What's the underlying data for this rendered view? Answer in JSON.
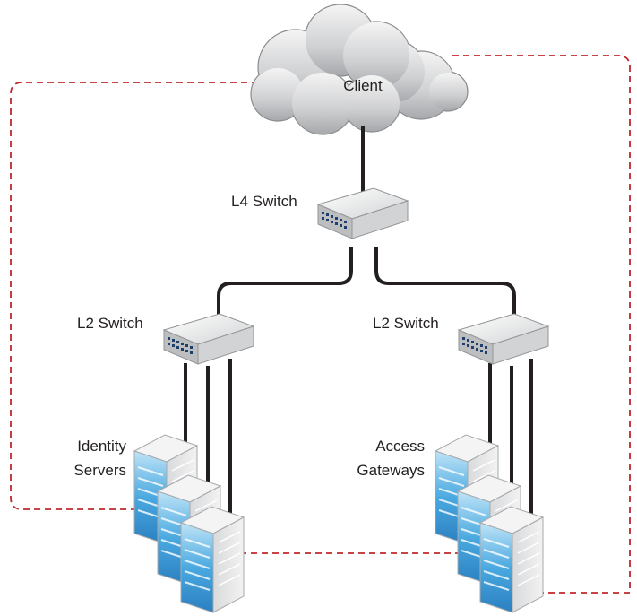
{
  "labels": {
    "client": "Client",
    "l4_switch": "L4 Switch",
    "l2_switch_left": "L2 Switch",
    "l2_switch_right": "L2 Switch",
    "identity_servers_line1": "Identity",
    "identity_servers_line2": "Servers",
    "access_gateways_line1": "Access",
    "access_gateways_line2": "Gateways"
  },
  "colors": {
    "dashed_link": "#c0272d",
    "cable": "#231f20",
    "server_accent": "#4aa9e0",
    "device_body": "#e6e7e8"
  }
}
